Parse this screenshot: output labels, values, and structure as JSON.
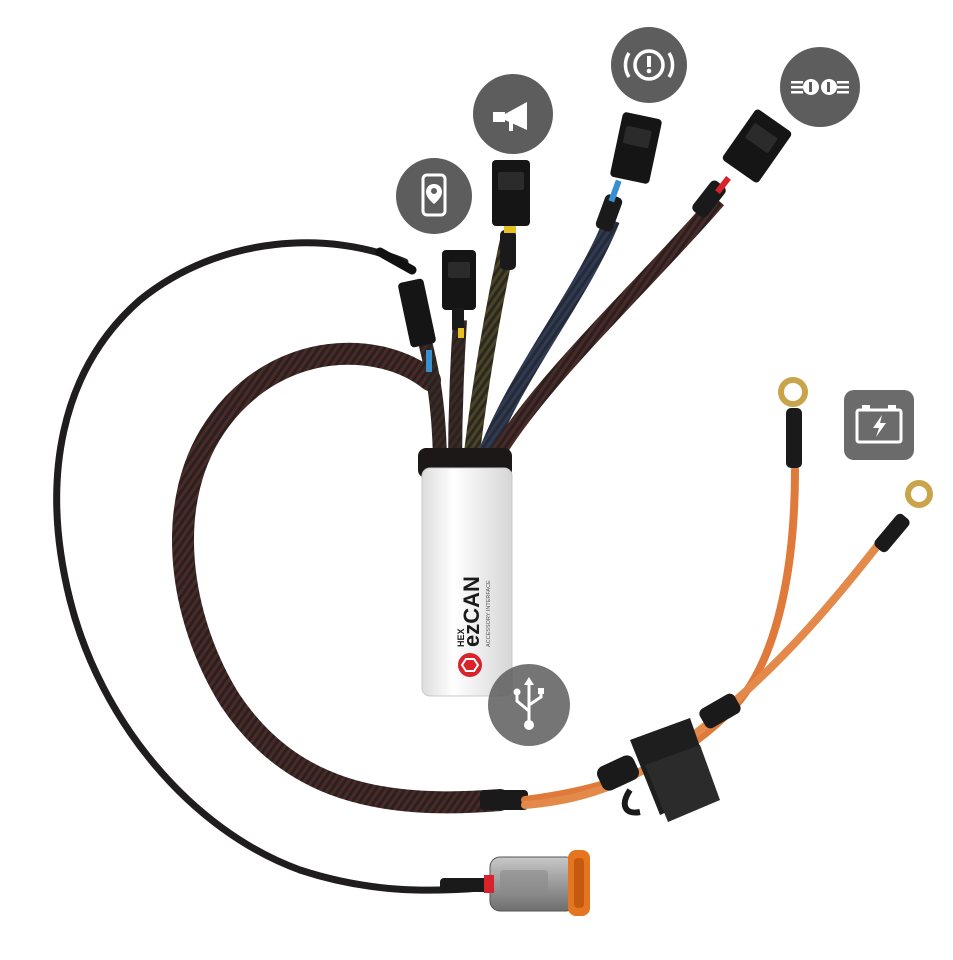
{
  "product": {
    "brand_small": "HEX",
    "brand_name": "ezCAN",
    "brand_tagline": "ACCESSORY INTERFACE"
  },
  "icons": [
    {
      "name": "gps-locator-icon",
      "meaning": "GPS / phone location"
    },
    {
      "name": "horn-icon",
      "meaning": "horn"
    },
    {
      "name": "brake-warning-icon",
      "meaning": "brake / warning"
    },
    {
      "name": "lights-icon",
      "meaning": "lights"
    },
    {
      "name": "battery-power-icon",
      "meaning": "battery / power"
    },
    {
      "name": "usb-icon",
      "meaning": "USB"
    }
  ],
  "colors": {
    "icon_circle": "#5d5d5d",
    "battery_tile": "#6b6b6b",
    "braided_cable": "#2a2220",
    "orange_wire": "#e07a3a",
    "module_body": "#f3f3f3",
    "logo_red": "#d9232b",
    "deutsch_connector": "#9a9a9a",
    "deutsch_seal": "#e5761f"
  }
}
